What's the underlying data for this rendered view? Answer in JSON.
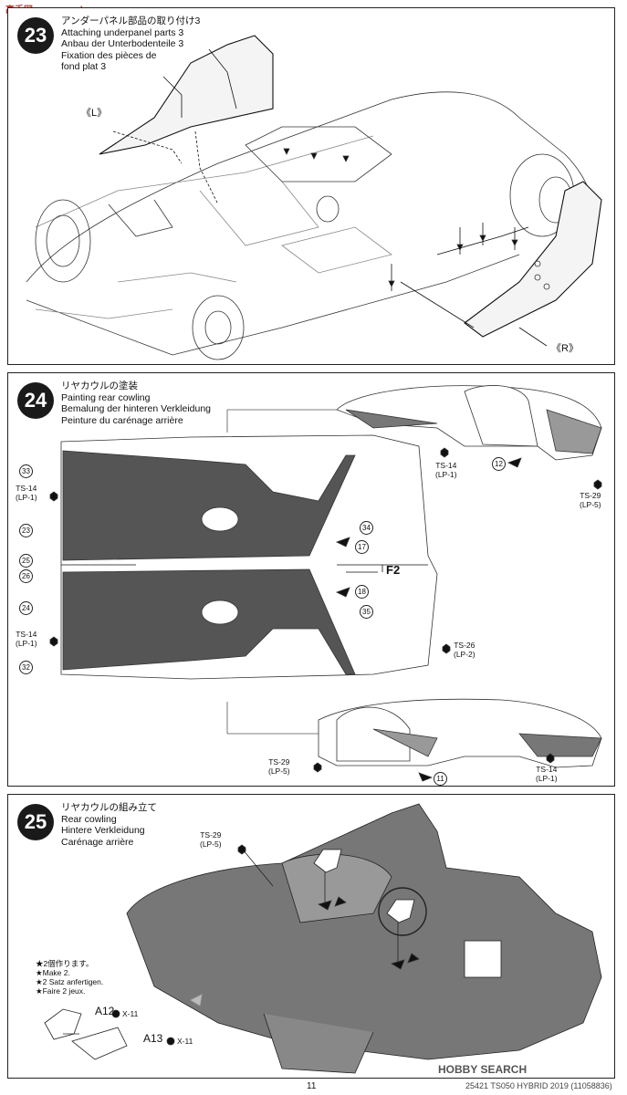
{
  "watermark_top": "高手网 www.gaoshou.com",
  "watermark_bottom": "HOBBY SEARCH",
  "step23": {
    "number": "23",
    "title_jp": "アンダーパネル部品の取り付け3",
    "title_en": "Attaching underpanel parts 3",
    "title_de": "Anbau der Unterbodenteile 3",
    "title_fr_1": "Fixation des pièces de",
    "title_fr_2": "fond plat 3",
    "label_left": "《L》",
    "label_right": "《R》"
  },
  "step24": {
    "number": "24",
    "title_jp": "リヤカウルの塗装",
    "title_en": "Painting rear cowling",
    "title_de": "Bemalung der hinteren Verkleidung",
    "title_fr": "Peinture du carénage arrière",
    "paints": {
      "ts14": "TS-14",
      "lp1": "(LP-1)",
      "ts29": "TS-29",
      "lp5": "(LP-5)",
      "ts26": "TS-26",
      "lp2": "(LP-2)"
    },
    "f2": "F2",
    "decals": [
      "33",
      "23",
      "25",
      "26",
      "24",
      "32",
      "34",
      "17",
      "18",
      "35",
      "12",
      "11"
    ]
  },
  "step25": {
    "number": "25",
    "title_jp": "リヤカウルの組み立て",
    "title_en": "Rear cowling",
    "title_de": "Hintere Verkleidung",
    "title_fr": "Carénage arrière",
    "ts29": "TS-29",
    "lp5": "(LP-5)",
    "make2_jp": "★2個作ります。",
    "make2_en": "★Make 2.",
    "make2_de": "★2 Satz anfertigen.",
    "make2_fr": "★Faire 2 jeux.",
    "part_a12": "A12",
    "part_a13": "A13",
    "x11": "X-11"
  },
  "footer": {
    "page": "11",
    "code": "25421 TS050 HYBRID 2019 (11058836)"
  }
}
